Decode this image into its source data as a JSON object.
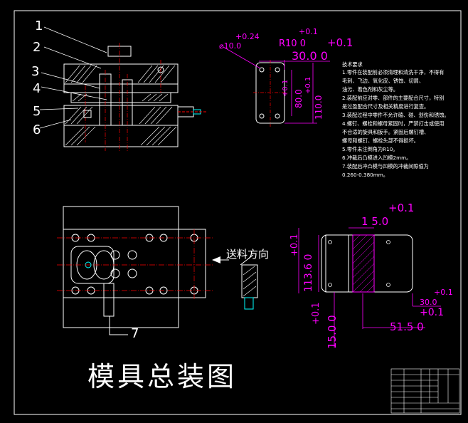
{
  "title": "模具总装图",
  "callouts": [
    "1",
    "2",
    "3",
    "4",
    "5",
    "6",
    "7"
  ],
  "feed_direction": "送料方向",
  "top_right_dims": {
    "tol_a": "+0.24",
    "dia": "⌀10.0",
    "tol_b": "+0.1",
    "radius": "R10 0",
    "tol_c": "+0.1",
    "width": "30.0 0",
    "h1": "80.0",
    "h1_tol": "+0.1",
    "h2": "110.0",
    "h2_tol": "+0.1"
  },
  "notes": {
    "heading": "技术要求",
    "lines": [
      "1.零件在装配前必须清理和清洗干净，不得有",
      "毛刺、飞边、氧化皮、锈蚀、切屑、",
      "油污、着色剂和灰尘等。",
      "2.装配前应对零、部件的主要配合尺寸，特别",
      "是过盈配合尺寸及相关精度进行复查。",
      "3.装配过程中零件不允许磕、碰、划伤和锈蚀。",
      "4.螺钉、螺栓和螺母紧固时，严禁打击或使用",
      "不合适的旋具和扳手。紧固后螺钉槽、",
      "螺母和螺钉、螺栓头部不得损坏。",
      "5.零件未注倒角为R10。",
      "6.冲裁后凸模进入凹模2mm。",
      "7.装配后冲凸模与凹模的冲裁间隙值为",
      "0.260-0.380mm。"
    ]
  },
  "bottom_right_dims": {
    "top_tol": "+0.1",
    "top_width": "1 5.0",
    "left_tol": "+0.1",
    "left_height": "113.6 0",
    "bottom_tol": "+0.1",
    "bottom_height": "15.0 0",
    "right_tol": "+0.1",
    "right_small": "30.0",
    "right_small_tol": "+0.1",
    "bottom_width": "51.5 0"
  },
  "colors": {
    "line": "#ffffff",
    "dim": "#ff00ff",
    "center": "#ff0000",
    "hatch": "#ffffff",
    "highlight": "#00ffff"
  }
}
